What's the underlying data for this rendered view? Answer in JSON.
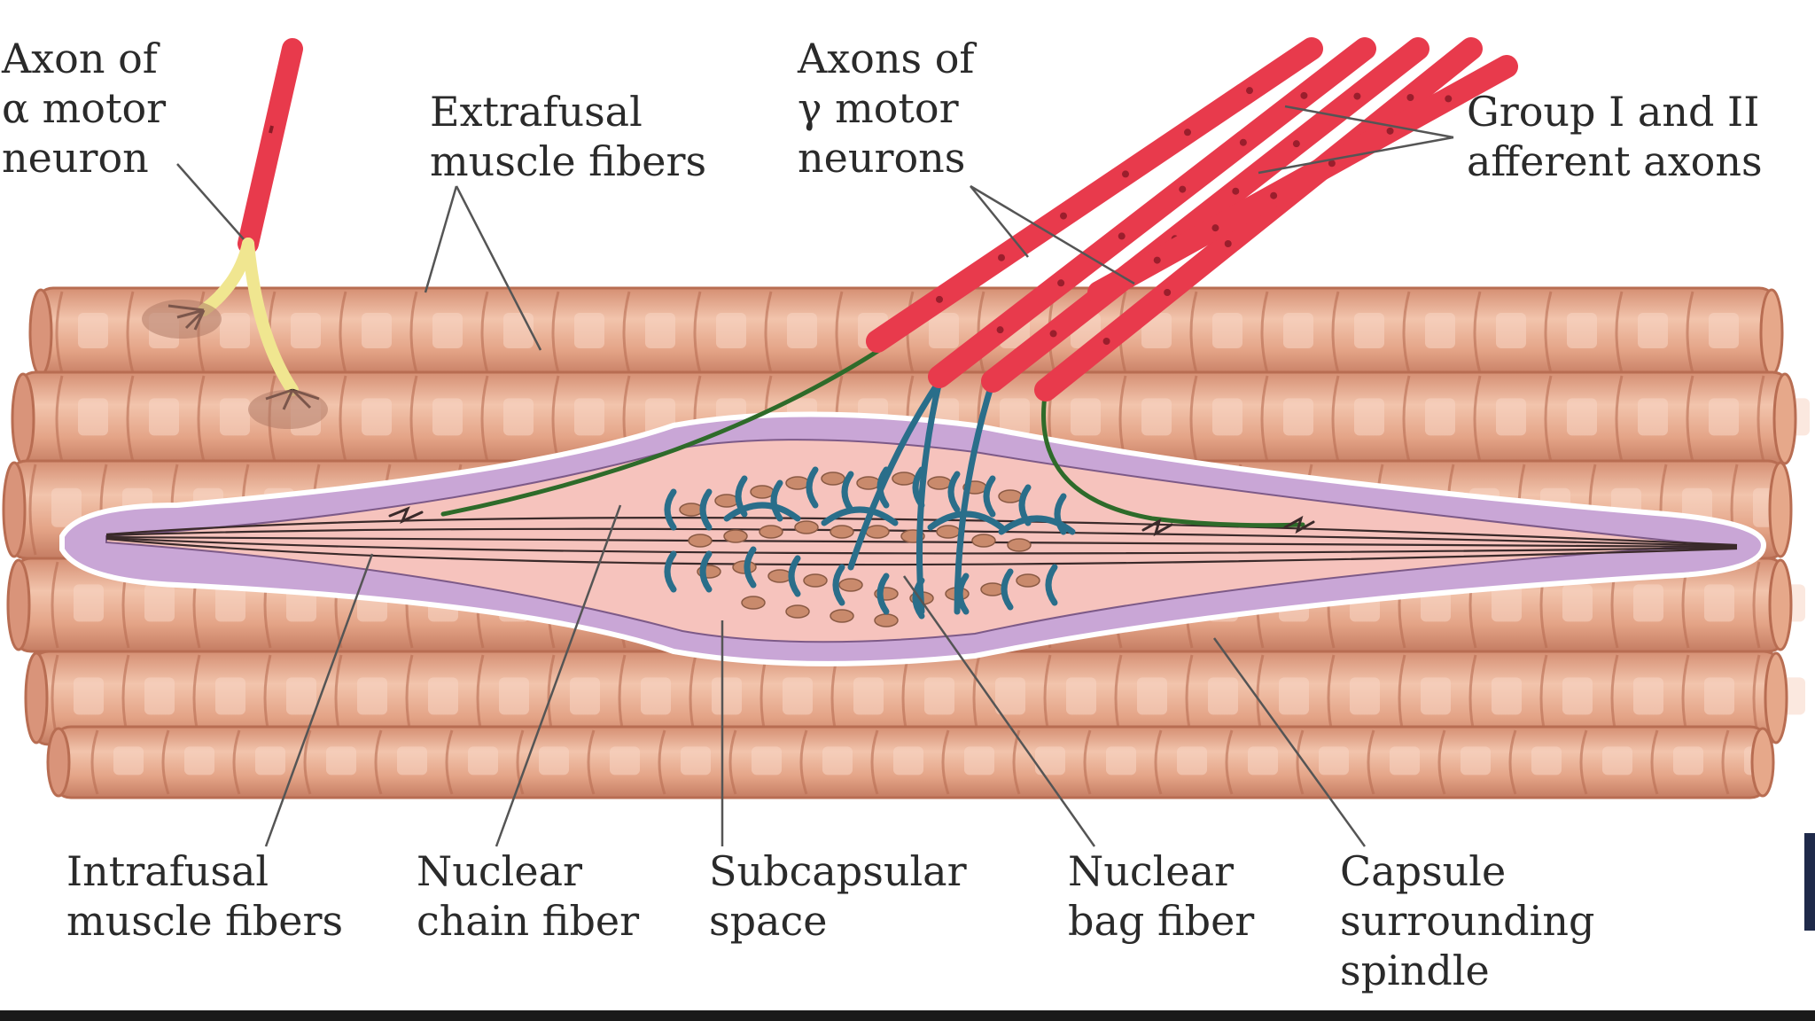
{
  "labels": {
    "alpha_axon": [
      "Axon of",
      "α motor",
      "neuron"
    ],
    "extrafusal": [
      "Extrafusal",
      "muscle fibers"
    ],
    "gamma_axons": [
      "Axons of",
      "γ motor",
      "neurons"
    ],
    "afferents": [
      "Group I and II",
      "afferent axons"
    ],
    "intrafusal": [
      "Intrafusal",
      "muscle fibers"
    ],
    "chain_fiber": [
      "Nuclear",
      "chain fiber"
    ],
    "subcapsular": [
      "Subcapsular",
      "space"
    ],
    "bag_fiber": [
      "Nuclear",
      "bag fiber"
    ],
    "capsule": [
      "Capsule",
      "surrounding",
      "spindle"
    ]
  },
  "colors": {
    "muscle": "#e6a88a",
    "muscle_dark": "#c9836a",
    "capsule": "#c9a6d6",
    "spindle_inner": "#f6c3bd",
    "motor_axon": "#e83a4c",
    "alpha_axon": "#f0e690",
    "afferent": "#2e6b2a",
    "sensory_ending": "#2a6e8a"
  }
}
